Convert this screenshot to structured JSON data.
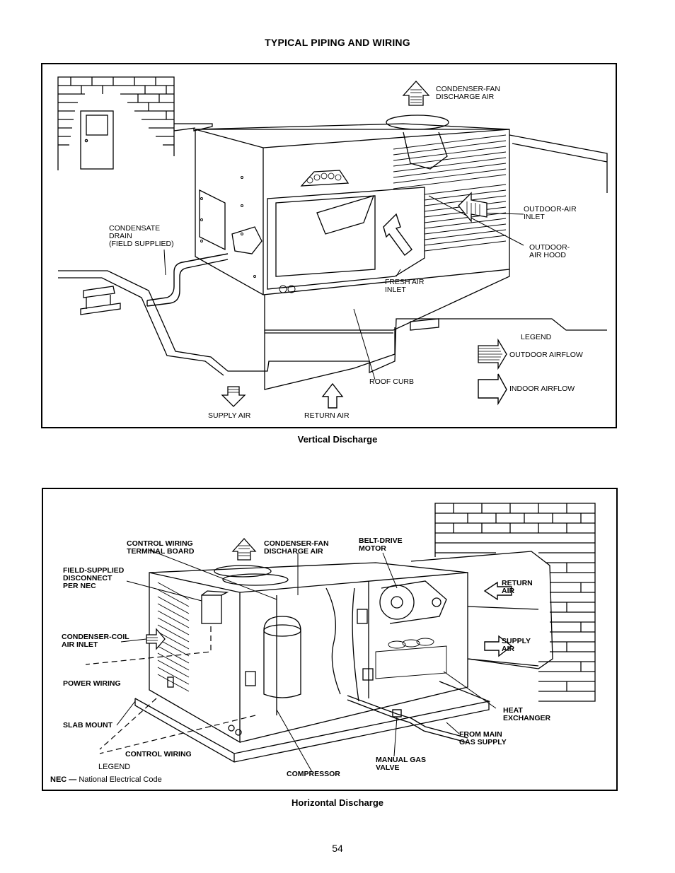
{
  "page": {
    "title": "TYPICAL PIPING AND WIRING",
    "page_number": "54"
  },
  "vertical": {
    "caption": "Vertical Discharge",
    "labels": {
      "condenser_fan_discharge": "CONDENSER-FAN\nDISCHARGE AIR",
      "outdoor_air_inlet": "OUTDOOR-AIR\nINLET",
      "outdoor_air_hood": "OUTDOOR-\nAIR HOOD",
      "condensate_drain": "CONDENSATE\nDRAIN\n(FIELD SUPPLIED)",
      "fresh_air_inlet": "FRESH AIR\nINLET",
      "roof_curb": "ROOF CURB",
      "supply_air": "SUPPLY AIR",
      "return_air": "RETURN AIR"
    },
    "legend": {
      "title": "LEGEND",
      "outdoor_airflow": "OUTDOOR AIRFLOW",
      "indoor_airflow": "INDOOR AIRFLOW"
    }
  },
  "horizontal": {
    "caption": "Horizontal Discharge",
    "labels": {
      "control_wiring_terminal_board": "CONTROL WIRING\nTERMINAL BOARD",
      "condenser_fan_discharge": "CONDENSER-FAN\nDISCHARGE AIR",
      "belt_drive_motor": "BELT-DRIVE\nMOTOR",
      "field_supplied_disconnect": "FIELD-SUPPLIED\nDISCONNECT\nPER NEC",
      "return_air": "RETURN\nAIR",
      "condenser_coil_air_inlet": "CONDENSER-COIL\nAIR INLET",
      "supply_air": "SUPPLY\nAIR",
      "power_wiring": "POWER WIRING",
      "heat_exchanger": "HEAT\nEXCHANGER",
      "slab_mount": "SLAB MOUNT",
      "from_main_gas_supply": "FROM MAIN\nGAS SUPPLY",
      "control_wiring": "CONTROL WIRING",
      "manual_gas_valve": "MANUAL GAS\nVALVE",
      "compressor": "COMPRESSOR"
    },
    "legend": {
      "title": "LEGEND",
      "abbr": "NEC —",
      "abbr_meaning": " National Electrical Code"
    }
  }
}
